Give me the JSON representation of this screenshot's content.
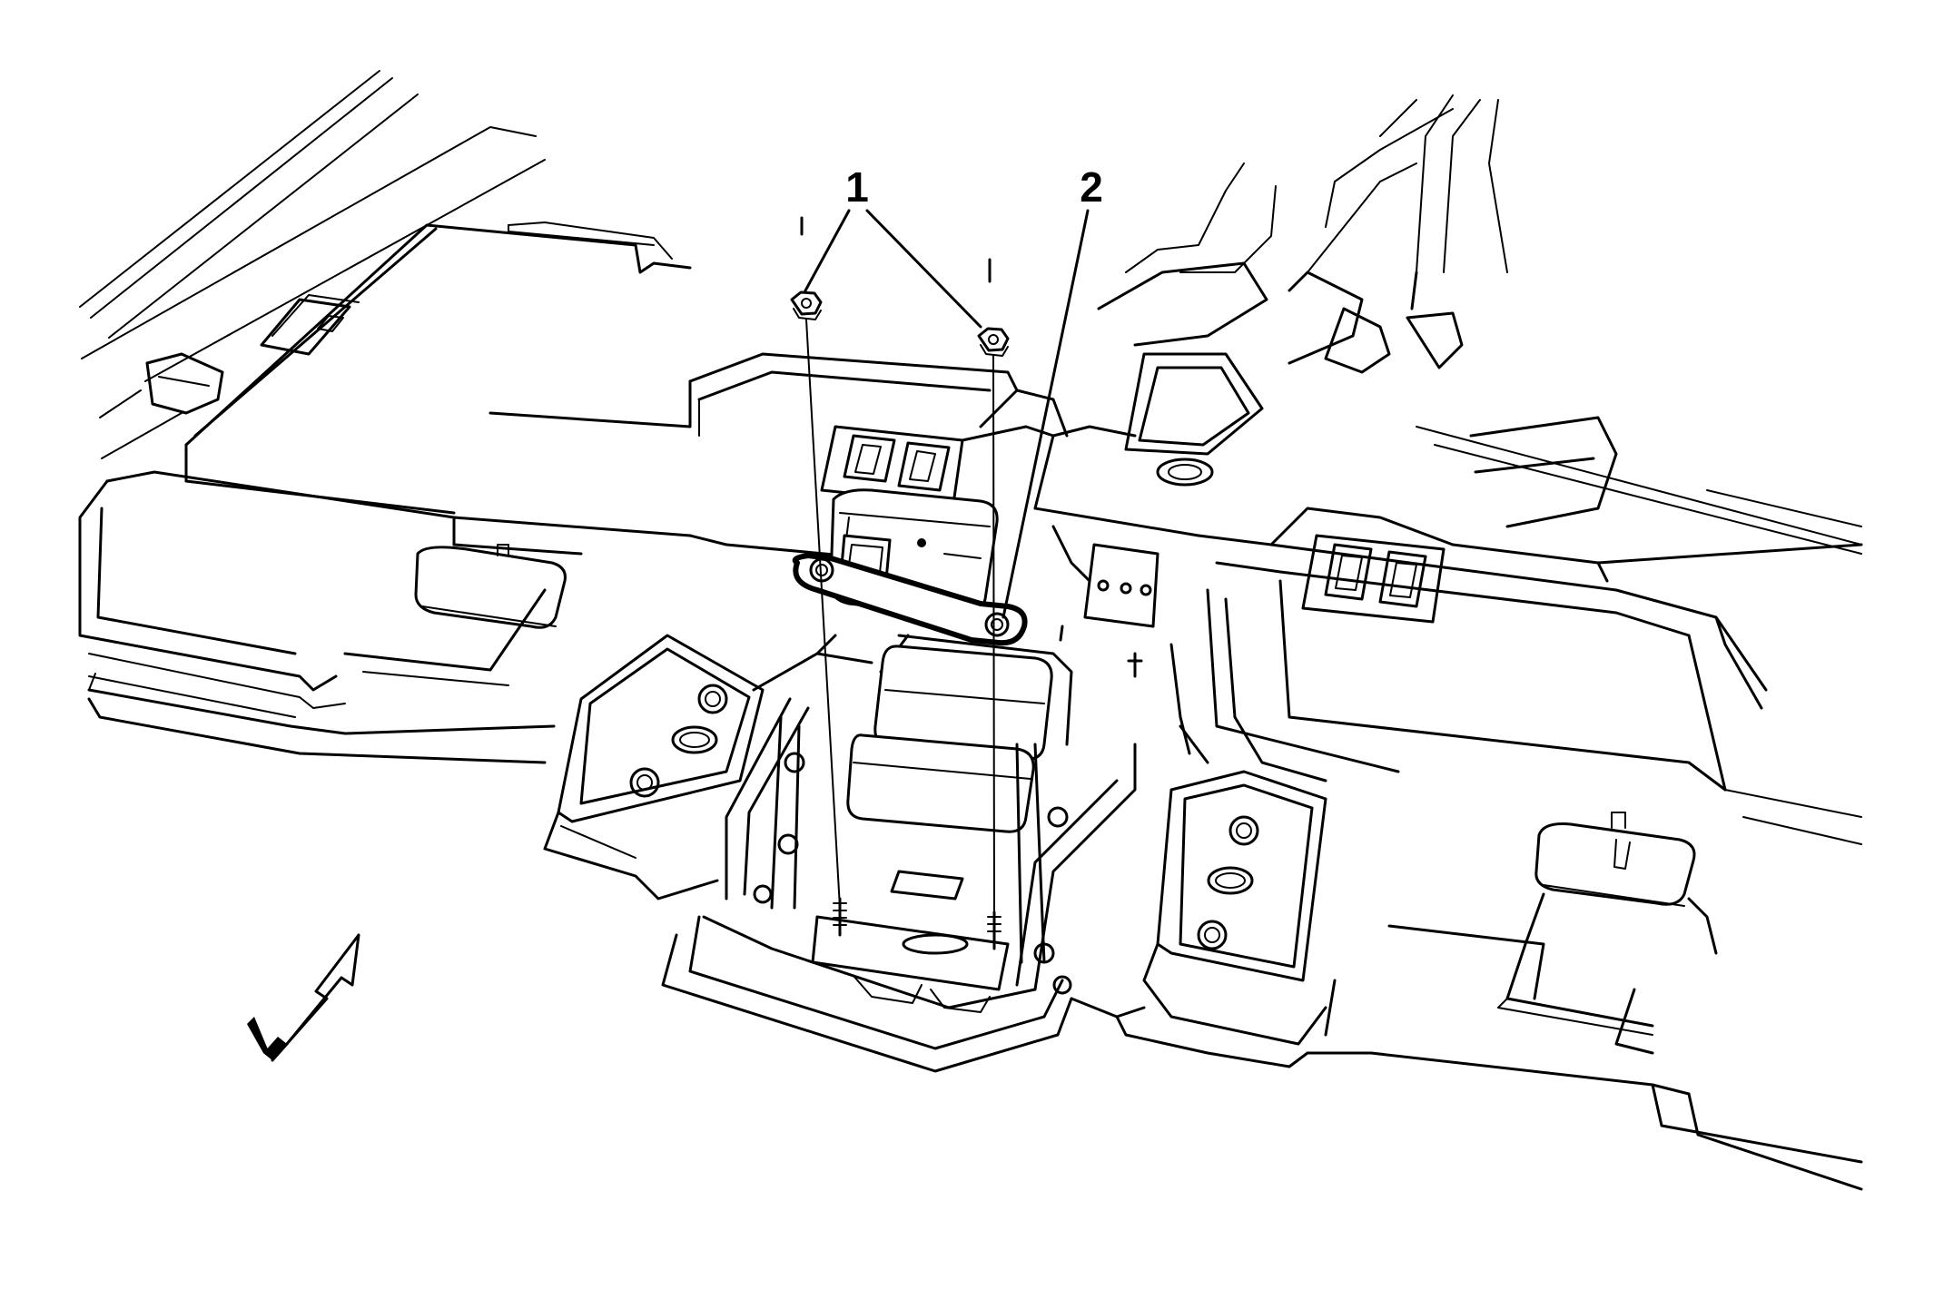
{
  "callouts": [
    {
      "id": "1",
      "label": "1"
    },
    {
      "id": "2",
      "label": "2"
    }
  ],
  "colors": {
    "line": "#000000",
    "background": "#ffffff"
  },
  "icons": {
    "direction_arrow": "front-direction-arrow-icon"
  }
}
